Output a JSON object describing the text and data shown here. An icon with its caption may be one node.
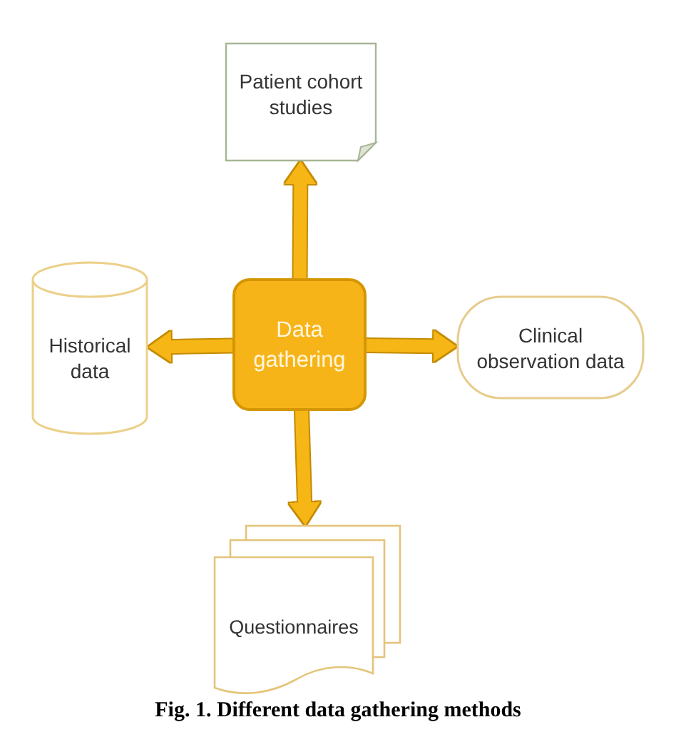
{
  "diagram": {
    "caption": "Fig. 1. Different data gathering methods",
    "nodes": [
      {
        "text": [
          "Patient cohort studies"
        ]
      },
      {
        "text": [
          "Historical data"
        ]
      },
      {
        "text": [
          "Data gathering"
        ]
      },
      {
        "text": [
          "Clinical observation data"
        ]
      },
      {
        "text": [
          "Questionnaires"
        ]
      }
    ],
    "edges": [
      {
        "from": 2,
        "to": 0,
        "arrow": "to"
      },
      {
        "from": 2,
        "to": 1,
        "arrow": "to"
      },
      {
        "from": 2,
        "to": 3,
        "arrow": "to"
      },
      {
        "from": 2,
        "to": 4,
        "arrow": "to"
      }
    ]
  }
}
